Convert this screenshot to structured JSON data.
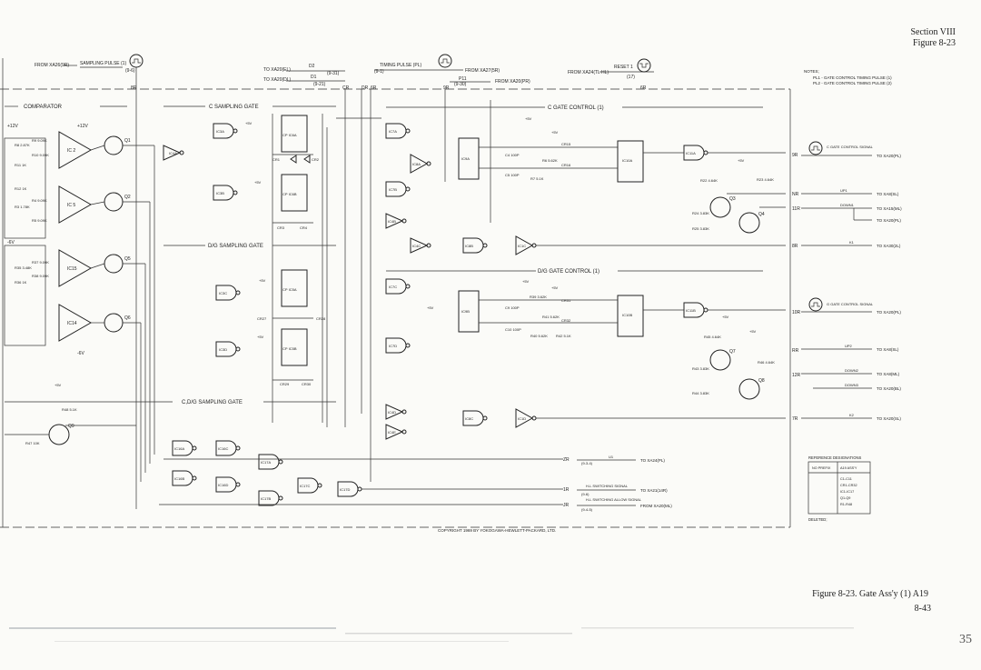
{
  "header": {
    "section": "Section VIII",
    "figure": "Figure 8-23"
  },
  "caption": {
    "title": "Figure 8-23. Gate Ass'y (1) A19",
    "page": "8-43",
    "corner_mark": "35"
  },
  "notes": {
    "heading": "NOTES;",
    "pl1": "PL1 - GATE CONTROL TIMING PULSE (1)",
    "pl2": "PL2 - GATE CONTROL TIMING PULSE (2)"
  },
  "sections": {
    "comparator": "COMPARATOR",
    "c_sampling": "C SAMPLING GATE",
    "dg_sampling": "D/G SAMPLING GATE",
    "cdg_sampling": "C,D/G SAMPLING GATE",
    "c_gate_control": "C GATE CONTROL (1)",
    "dg_gate_control": "D/G GATE CONTROL (1)"
  },
  "top_signals": {
    "from_xa26": "FROM XA26(9R)",
    "sampling_pulse": "SAMPLING PULSE (1)",
    "sampling_ref": "(9-6)",
    "to_xa20_el": "TO XA20(EL)",
    "d2": "D2",
    "to_xa20_dl": "TO XA20(DL)",
    "d1": "D1",
    "ref_9_31": "(9-31)",
    "ref_9_21": "(9-21)",
    "timing_pulse": "TIMING PULSE (PL)",
    "ref_9_1": "(9-1)",
    "from_xa27": "FROM XA27(5R)",
    "p11": "P11",
    "ref_9_30": "(9-30)",
    "from_xa20_pr": "FROM XA20(PR)",
    "from_xa24": "FROM XA24(TL HL)",
    "reset": "RESET 1",
    "ref_17": "(17)"
  },
  "pins_top": [
    "8R",
    "CR",
    "DR",
    "6R",
    "9R",
    "6R"
  ],
  "outputs": [
    {
      "pin": "9R",
      "label": "C GATE CONTROL SIGNAL",
      "dest": "TO XA20(PL)"
    },
    {
      "pin": "NR",
      "label": "UP1",
      "dest": "TO XA8(SL)"
    },
    {
      "pin": "11R",
      "label": "DOWN1",
      "dest": "TO XA15(ML)"
    },
    {
      "pin": "",
      "label": "",
      "dest": "TO XA20(PL)"
    },
    {
      "pin": "8R",
      "label": "K1",
      "dest": "TO XA30(2L)"
    },
    {
      "pin": "10R",
      "label": "G GATE CONTROL SIGNAL",
      "dest": "TO XA20(PL)"
    },
    {
      "pin": "RR",
      "label": "UP2",
      "dest": "TO XA8(SL)"
    },
    {
      "pin": "12R",
      "label": "DOWN2",
      "dest": "TO XA8(ML)"
    },
    {
      "pin": "",
      "label": "DOWN3",
      "dest": "TO XA20(BL)"
    },
    {
      "pin": "7R",
      "label": "K2",
      "dest": "TO XA20(SL)"
    }
  ],
  "bottom_signals": [
    {
      "pin": "ZR",
      "label": "U1",
      "ref": "(9-3-4)",
      "dest": "TO XA24(PL)"
    },
    {
      "pin": "1R",
      "label": "H-L SWITCHING SIGNAL",
      "ref": "(9-6)",
      "dest": "TO XA21(14R)"
    },
    {
      "pin": "JR",
      "label": "H-L SWITCHING ALLOW SIGNAL",
      "ref": "(9-4-5)",
      "dest": "FROM XA20(ML)"
    }
  ],
  "ics": {
    "ic2": "IC 2",
    "ic5": "IC 5",
    "ic15": "IC15",
    "ic14": "IC14",
    "ic3a": "IC3A",
    "ic3b": "IC3B",
    "ic3c": "IC3C",
    "ic3d": "IC3D",
    "ic4a": "IC4A",
    "ic6a": "CP IC6A",
    "ic6b": "CP IC6B",
    "ic5a": "CP IC5A",
    "ic5b": "CP IC5B",
    "ic7a": "IC7A",
    "ic7b": "IC7B",
    "ic7c": "IC7C",
    "ic7d": "IC7D",
    "ic8a": "IC8A",
    "ic8b": "IC8B",
    "ic8c": "IC8C",
    "ic9a": "IC9A",
    "ic9b": "IC9B",
    "ic10a": "IC10A",
    "ic10b": "IC10B",
    "ic11a": "IC11A",
    "ic11b": "IC11B",
    "ic1c": "IC1C",
    "ic1d": "IC1D",
    "ic4b": "IC4B",
    "ic4c": "IC4C",
    "ic4d": "IC4D",
    "ic4e": "IC4E",
    "ic16a": "IC16A",
    "ic16b": "IC16B",
    "ic16c": "IC16C",
    "ic16d": "IC16D",
    "ic17a": "IC17A",
    "ic17b": "IC17B",
    "ic17c": "IC17C",
    "ic17d": "IC17D"
  },
  "transistors": [
    "Q1",
    "Q2",
    "Q3",
    "Q4",
    "Q5",
    "Q6",
    "Q7",
    "Q8",
    "Q9"
  ],
  "supply": {
    "p12": "+12V",
    "m6": "-6V",
    "p5": "+5V"
  },
  "resistors": {
    "r9": "R9 9.09K",
    "r10": "R10 9.09K",
    "r8": "R8 2.87K",
    "r11": "R11 1K",
    "r12": "R12 1K",
    "r3": "R3 1.78K",
    "r4": "R4 9.09K",
    "r5": "R5 9.09K",
    "r35": "R35 3.48K",
    "r36": "R36 1K",
    "r37": "R37 9.09K",
    "r38": "R38 9.09K",
    "r39": "R39 3.62K",
    "r40": "R40 5.62K",
    "r22": "R22 4.64K",
    "r23": "R23 4.64K",
    "r24": "R24 3.83K",
    "r25": "R25 3.83K",
    "r43": "R43 3.83K",
    "r44": "R44 3.83K",
    "r45": "R45 4.64K",
    "r46": "R46 4.64K",
    "r47": "R47 10K",
    "r48": "R48 5.1K",
    "r7": "R7 5.1K",
    "r6": "R6 5.62K",
    "r41": "R41 5.62K",
    "r42": "R42 5.1K"
  },
  "caps": {
    "c4": "C4 100P",
    "c5": "C5 100P",
    "c9": "C9 100P",
    "c10": "C10 100P"
  },
  "diodes": [
    "CR1",
    "CR2",
    "CR3",
    "CR4",
    "CR15",
    "CR16",
    "CR27",
    "CR28",
    "CR29",
    "CR30",
    "CR31",
    "CR32"
  ],
  "ref_table": {
    "title": "REFERENCE DESIGNATIONS",
    "col1": "NO PREFIX",
    "col2": "A19 ASS'Y",
    "items": [
      "C1-C11",
      "CR1-CR32",
      "IC1-IC17",
      "Q1-Q9",
      "R1-R48"
    ],
    "deleted": "DELETED;"
  },
  "copyright": "COPYRIGHT 1969 BY YOKOGAWA-HEWLETT-PACKARD, LTD."
}
